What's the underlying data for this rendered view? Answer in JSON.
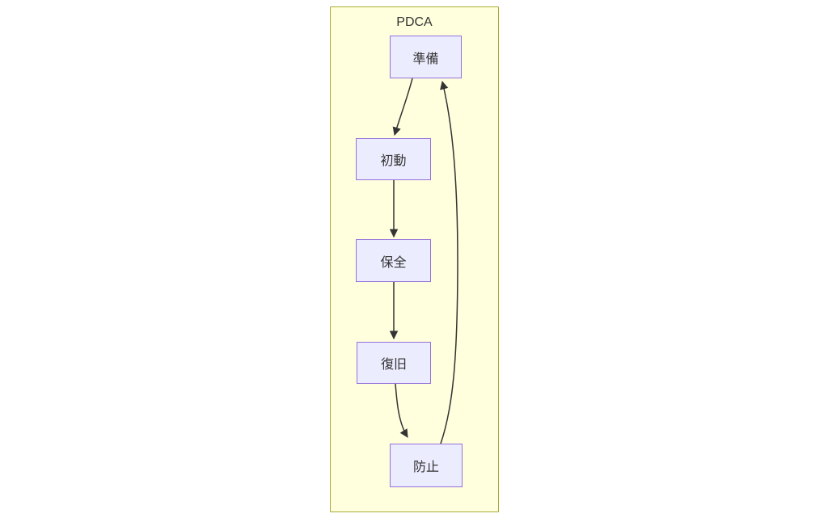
{
  "diagram": {
    "type": "flowchart",
    "cluster_title": "PDCA",
    "nodes": [
      {
        "id": "junbi",
        "label": "準備"
      },
      {
        "id": "shodo",
        "label": "初動"
      },
      {
        "id": "hozen",
        "label": "保全"
      },
      {
        "id": "fukkyu",
        "label": "復旧"
      },
      {
        "id": "boshi",
        "label": "防止"
      }
    ],
    "edges": [
      {
        "from": "準備",
        "to": "初動"
      },
      {
        "from": "初動",
        "to": "保全"
      },
      {
        "from": "保全",
        "to": "復旧"
      },
      {
        "from": "復旧",
        "to": "防止"
      },
      {
        "from": "防止",
        "to": "準備"
      }
    ],
    "colors": {
      "cluster_fill": "#ffffde",
      "cluster_border": "#aaaa33",
      "node_fill": "#ececff",
      "node_border": "#9370db",
      "edge_stroke": "#333333",
      "text": "#333333",
      "page_background": "#ffffff"
    }
  }
}
